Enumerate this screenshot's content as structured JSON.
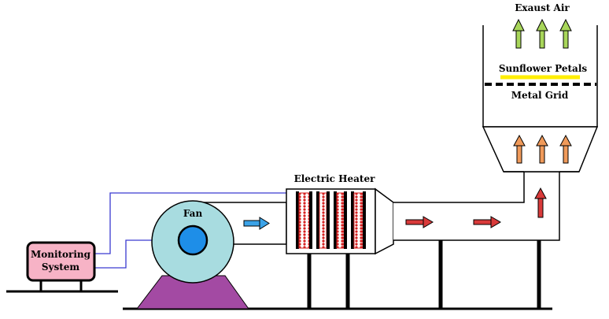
{
  "labels": {
    "exhaust_air": "Exaust Air",
    "sunflower_petals": "Sunflower Petals",
    "metal_grid": "Metal Grid",
    "electric_heater": "Electric Heater",
    "fan": "Fan",
    "monitoring_line1": "Monitoring",
    "monitoring_line2": "System"
  },
  "colors": {
    "fan_body": "#a8dce0",
    "fan_hub": "#1e8ee8",
    "fan_stand": "#a34aa3",
    "monitor_box": "#f7b3c6",
    "heater_coil": "#d62020",
    "arrow_cold": "#3ba3e8",
    "arrow_hot": "#d93a3a",
    "arrow_warm": "#f09a5a",
    "arrow_exhaust": "#a8d65a",
    "petals": "#ffee00",
    "wire": "#3a3ad0"
  },
  "icons": {
    "flow_arrows": "arrow-icon",
    "heater": "heating-coil-icon",
    "fan": "fan-icon"
  }
}
